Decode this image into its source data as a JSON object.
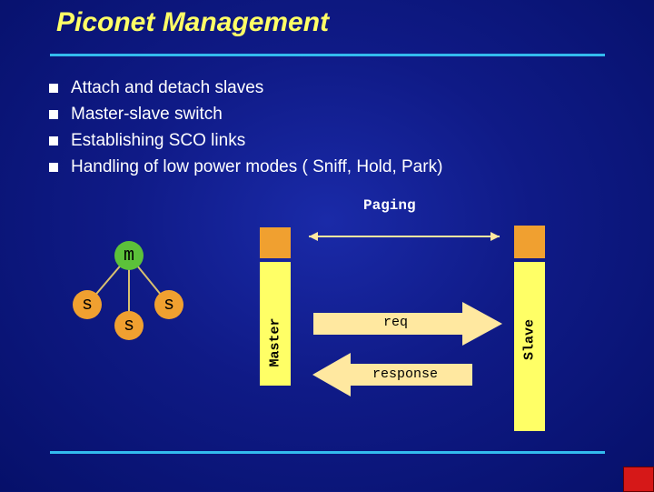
{
  "slide": {
    "title": "Piconet Management",
    "bullets": [
      "Attach and detach slaves",
      "Master-slave switch",
      "Establishing SCO links",
      "Handling of low power modes ( Sniff, Hold, Park)"
    ]
  },
  "diagram": {
    "paging_label": "Paging",
    "master_label": "Master",
    "slave_label": "Slave",
    "req_label": "req",
    "response_label": "response",
    "topology": {
      "master_node": "m",
      "slave_nodes": [
        "s",
        "s",
        "s"
      ]
    }
  },
  "colors": {
    "title": "#ffff66",
    "rule": "#33bbee",
    "bar": "#ffff66",
    "box": "#f0a030",
    "master_node": "#5cc13a",
    "slave_node": "#f0a030",
    "arrow": "#ffe8a0",
    "corner_box": "#d61818"
  }
}
